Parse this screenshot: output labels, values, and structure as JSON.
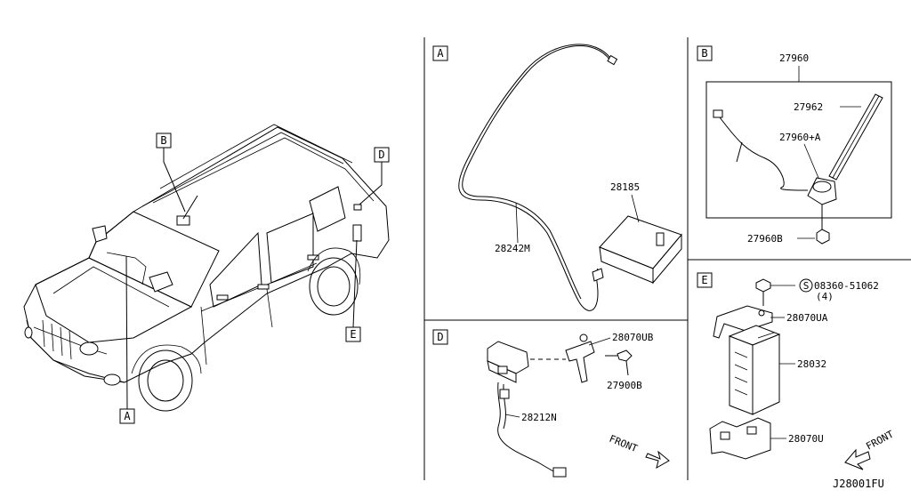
{
  "diagram_code": "J28001FU",
  "callouts": {
    "A": "A",
    "B": "B",
    "D": "D",
    "E": "E"
  },
  "section_a": {
    "label": "A",
    "parts": {
      "cable": "28242M",
      "module": "28185"
    }
  },
  "section_b": {
    "label": "B",
    "parts": {
      "assembly": "27960",
      "rod": "27962",
      "base": "27960+A",
      "nut": "27960B"
    }
  },
  "section_d": {
    "label": "D",
    "parts": {
      "bracket": "28070UB",
      "bolt": "27900B",
      "harness": "28212N"
    },
    "front": "FRONT"
  },
  "section_e": {
    "label": "E",
    "parts": {
      "screw": "08360-51062",
      "screw_symbol": "S",
      "screw_qty": "(4)",
      "upper_bracket": "28070UA",
      "unit": "28032",
      "lower_bracket": "28070U"
    },
    "front": "FRONT"
  }
}
